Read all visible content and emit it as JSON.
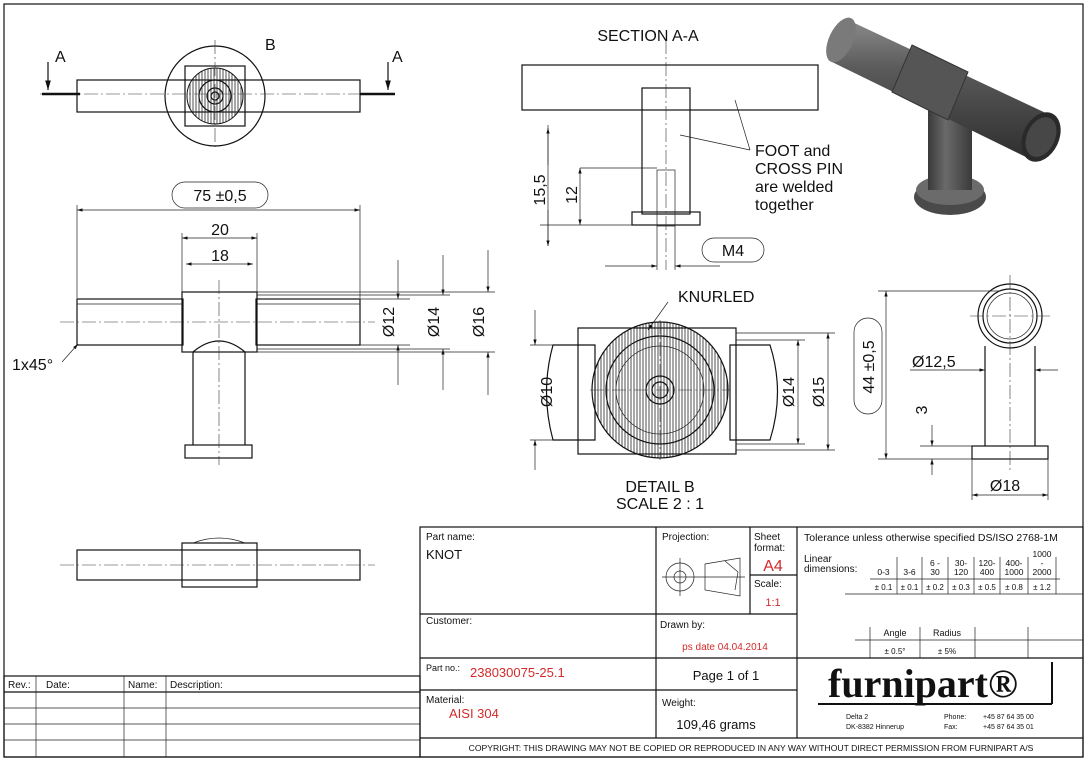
{
  "views": {
    "section_label": "A",
    "detail_label": "B",
    "section_title": "SECTION A-A",
    "section_note": [
      "FOOT and",
      "CROSS PIN",
      "are welded",
      "together"
    ],
    "detail_title": "DETAIL B",
    "detail_scale": "SCALE 2 : 1",
    "knurled": "KNURLED"
  },
  "dimensions": {
    "overall_length": "75 ±0,5",
    "collar_outer": "20",
    "collar_inner": "18",
    "dia_12": "Ø12",
    "dia_14": "Ø14",
    "dia_16": "Ø16",
    "chamfer": "1x45°",
    "sec_15_5": "15,5",
    "sec_12": "12",
    "thread": "M4",
    "det_dia_10": "Ø10",
    "det_dia_14": "Ø14",
    "det_dia_15": "Ø15",
    "height": "44 ±0,5",
    "dia_12_5": "Ø12,5",
    "base_3": "3",
    "dia_18": "Ø18"
  },
  "title_block": {
    "part_name_label": "Part name:",
    "part_name": "KNOT",
    "projection_label": "Projection:",
    "sheet_format_label": [
      "Sheet",
      "format:"
    ],
    "sheet_format": "A4",
    "scale_label": "Scale:",
    "scale": "1:1",
    "customer_label": "Customer:",
    "drawn_by_label": "Drawn by:",
    "drawn_by": "ps date 04.04.2014",
    "part_no_label": "Part no.:",
    "part_no": "238030075-25.1",
    "page": "Page 1 of 1",
    "material_label": "Material:",
    "material": "AISI 304",
    "weight_label": "Weight:",
    "weight": "109,46 grams",
    "tolerance_title": "Tolerance unless otherwise specified DS/ISO 2768-1M",
    "linear_label": [
      "Linear",
      "dimensions:"
    ],
    "linear_ranges": [
      [
        "0-3"
      ],
      [
        "3-6"
      ],
      [
        "6 -",
        "30"
      ],
      [
        "30-",
        "120"
      ],
      [
        "120-",
        "400"
      ],
      [
        "400-",
        "1000"
      ],
      [
        "1000",
        "-",
        "2000"
      ]
    ],
    "linear_tolerances": [
      "± 0.1",
      "± 0.1",
      "± 0.2",
      "± 0.3",
      "± 0.5",
      "± 0.8",
      "± 1.2"
    ],
    "angle_label": "Angle",
    "angle_tol": "± 0.5°",
    "radius_label": "Radius",
    "radius_tol": "± 5%",
    "company_logo": "furnipart®",
    "address": [
      "Delta 2",
      "DK-8382 Hinnerup"
    ],
    "phone_label": "Phone:",
    "phone": "+45 87 64 35 00",
    "fax_label": "Fax:",
    "fax": "+45 87 64 35 01",
    "copyright": "COPYRIGHT: THIS DRAWING MAY NOT BE COPIED OR REPRODUCED IN ANY WAY WITHOUT DIRECT PERMISSION FROM FURNIPART A/S"
  },
  "revision_table": {
    "headers": [
      "Rev.:",
      "Date:",
      "Name:",
      "Description:"
    ]
  },
  "colors": {
    "accent_red": "#d42a2a",
    "line": "#111111"
  }
}
